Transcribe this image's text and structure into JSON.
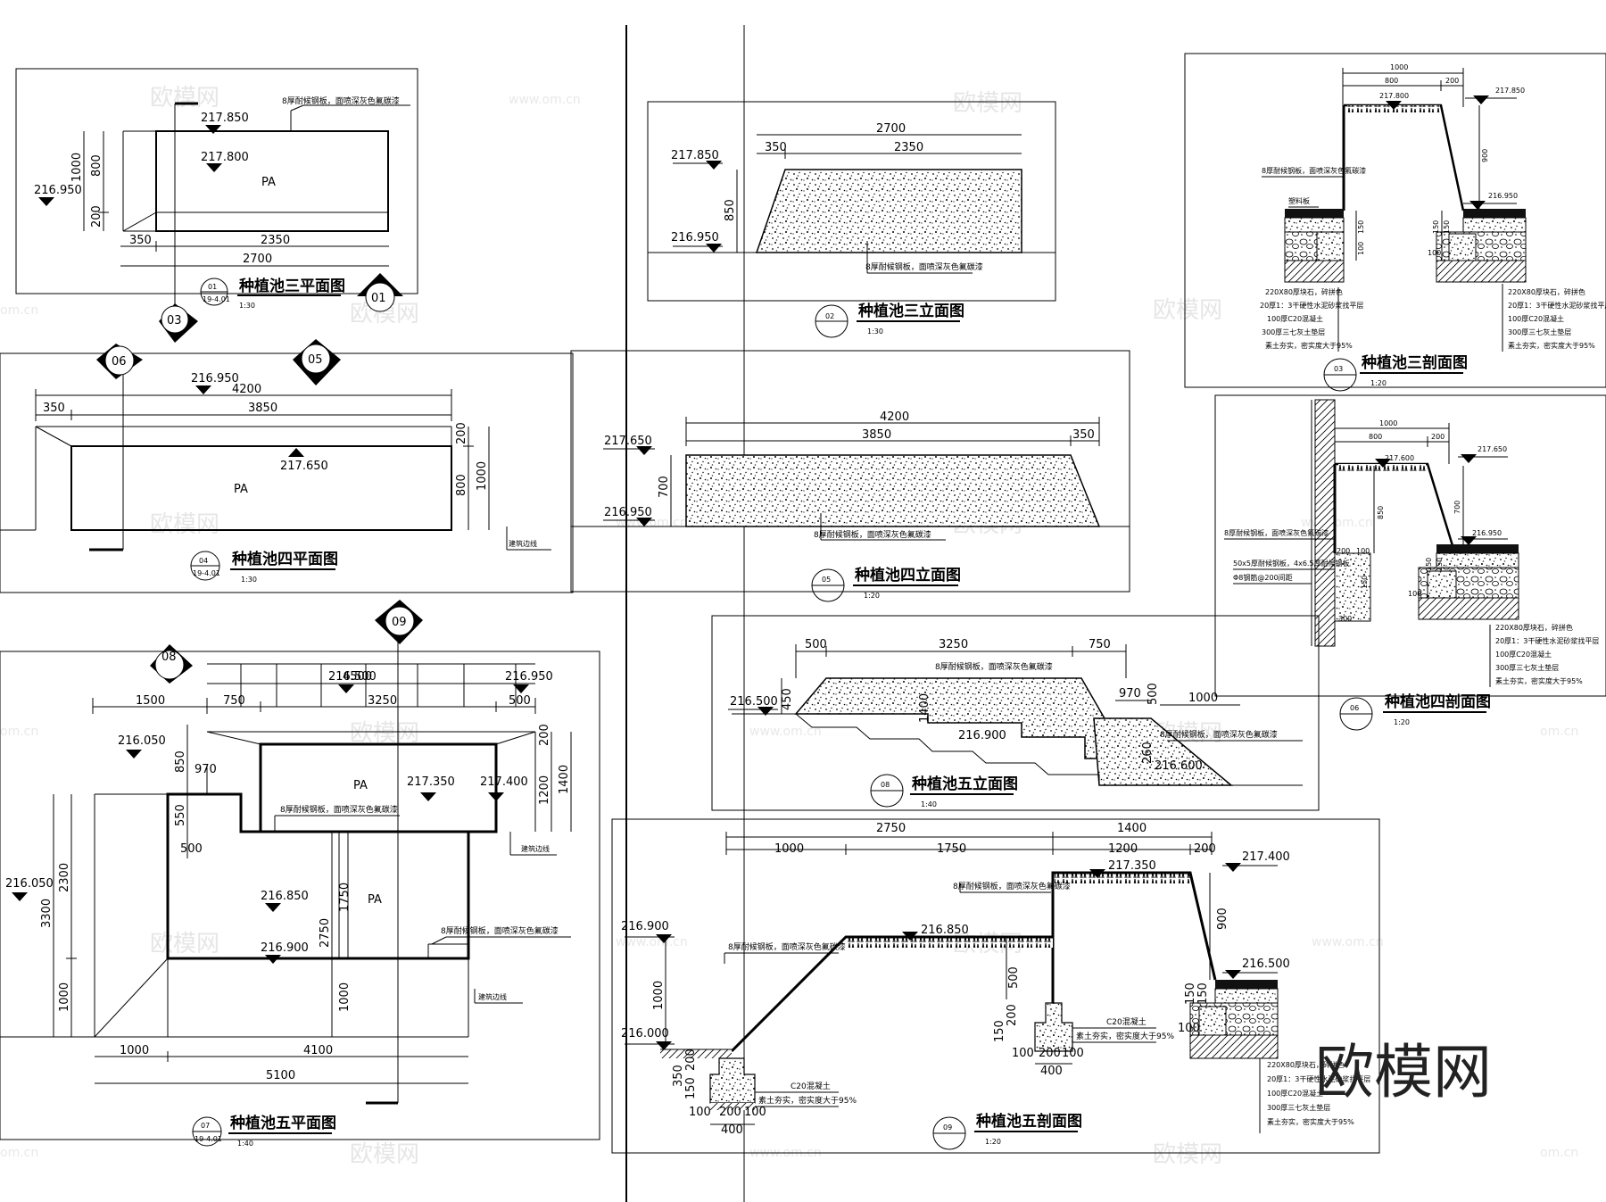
{
  "brand": "欧模网",
  "watermarks": {
    "cn": "欧模网",
    "url": "www.om.cn",
    "short": "om.cn"
  },
  "colors": {
    "line": "#000000",
    "paper": "#ffffff",
    "watermark": "#e6e6e6"
  },
  "common": {
    "sheet_ref": "19-4.01",
    "pa": "PA",
    "finish_note": "8厚耐候钢板，面喷深灰色氟碳漆",
    "building_line": "建筑边线"
  },
  "views": {
    "v01": {
      "title": "种植池三平面图",
      "num": "01",
      "scale": "1:30",
      "callouts": [
        "03",
        "01"
      ],
      "levels": [
        "217.850",
        "217.800",
        "216.950"
      ],
      "dims": [
        "350",
        "2350",
        "2700",
        "1000",
        "800",
        "200"
      ]
    },
    "v02": {
      "title": "种植池三立面图",
      "num": "02",
      "scale": "1:30",
      "levels": [
        "217.850",
        "216.950"
      ],
      "dims": [
        "2700",
        "350",
        "2350",
        "850"
      ]
    },
    "v03": {
      "title": "种植池三剖面图",
      "num": "03",
      "scale": "1:20",
      "levels": [
        "217.800",
        "217.850",
        "216.950"
      ],
      "dims": [
        "1000",
        "800",
        "200",
        "900",
        "150",
        "100",
        "150",
        "150",
        "100"
      ],
      "notes": [
        "8厚耐候钢板，面喷深灰色氟碳漆",
        "塑料板"
      ],
      "layers": [
        "220X80厚块石，碎拼色",
        "20厚1：3干硬性水泥砂浆找平层",
        "100厚C20混凝土",
        "300厚三七灰土垫层",
        "素土夯实，密实度大于95%"
      ]
    },
    "v04": {
      "title": "种植池四平面图",
      "num": "04",
      "scale": "1:30",
      "callouts": [
        "06",
        "05"
      ],
      "levels": [
        "216.950",
        "217.650"
      ],
      "dims": [
        "4200",
        "350",
        "3850",
        "200",
        "800",
        "1000"
      ]
    },
    "v05": {
      "title": "种植池四立面图",
      "num": "05",
      "scale": "1:20",
      "levels": [
        "217.650",
        "216.950"
      ],
      "dims": [
        "4200",
        "3850",
        "350",
        "700"
      ]
    },
    "v06": {
      "title": "种植池四剖面图",
      "num": "06",
      "scale": "1:20",
      "levels": [
        "217.600",
        "217.650",
        "216.950"
      ],
      "dims": [
        "1000",
        "800",
        "200",
        "850",
        "700",
        "200",
        "100",
        "150",
        "150",
        "150",
        "100",
        "300"
      ],
      "notes": [
        "8厚耐候钢板，面喷深灰色氟碳漆",
        "50x5厚耐候钢板，4x6.5厚耐候钢板",
        "Φ8钢筋@200间距"
      ],
      "layers": [
        "220X80厚块石，碎拼色",
        "20厚1：3干硬性水泥砂浆找平层",
        "100厚C20混凝土",
        "300厚三七灰土垫层",
        "素土夯实，密实度大于95%"
      ]
    },
    "v07": {
      "title": "种植池五平面图",
      "num": "07",
      "scale": "1:40",
      "callouts": [
        "08",
        "09"
      ],
      "levels": [
        "216.500",
        "216.950",
        "216.050",
        "217.350",
        "217.400",
        "216.850",
        "216.900",
        "216.050"
      ],
      "dims": [
        "4500",
        "1500",
        "750",
        "3250",
        "500",
        "850",
        "970",
        "550",
        "500",
        "200",
        "1200",
        "1400",
        "2300",
        "3300",
        "1750",
        "2750",
        "1000",
        "1000",
        "1000",
        "4100",
        "5100"
      ]
    },
    "v08": {
      "title": "种植池五立面图",
      "num": "08",
      "scale": "1:40",
      "levels": [
        "216.500",
        "216.900",
        "216.600"
      ],
      "dims": [
        "500",
        "3250",
        "750",
        "450",
        "970",
        "1000",
        "1400",
        "500",
        "260"
      ]
    },
    "v09": {
      "title": "种植池五剖面图",
      "num": "09",
      "scale": "1:20",
      "levels": [
        "216.900",
        "216.000",
        "216.850",
        "217.350",
        "217.400",
        "216.500"
      ],
      "dims": [
        "2750",
        "1400",
        "1000",
        "1750",
        "1200",
        "200",
        "900",
        "1000",
        "500",
        "350",
        "200",
        "150",
        "100",
        "200",
        "100",
        "400",
        "150",
        "200",
        "100",
        "200",
        "100",
        "400",
        "150",
        "150",
        "100"
      ],
      "notes": [
        "8厚耐候钢板，面喷深灰色氟碳漆",
        "C20混凝土",
        "素土夯实，密实度大于95%"
      ],
      "layers": [
        "220X80厚块石，碎拼色",
        "20厚1：3干硬性水泥砂浆找平层",
        "100厚C20混凝土",
        "300厚三七灰土垫层",
        "素土夯实，密实度大于95%"
      ]
    }
  }
}
